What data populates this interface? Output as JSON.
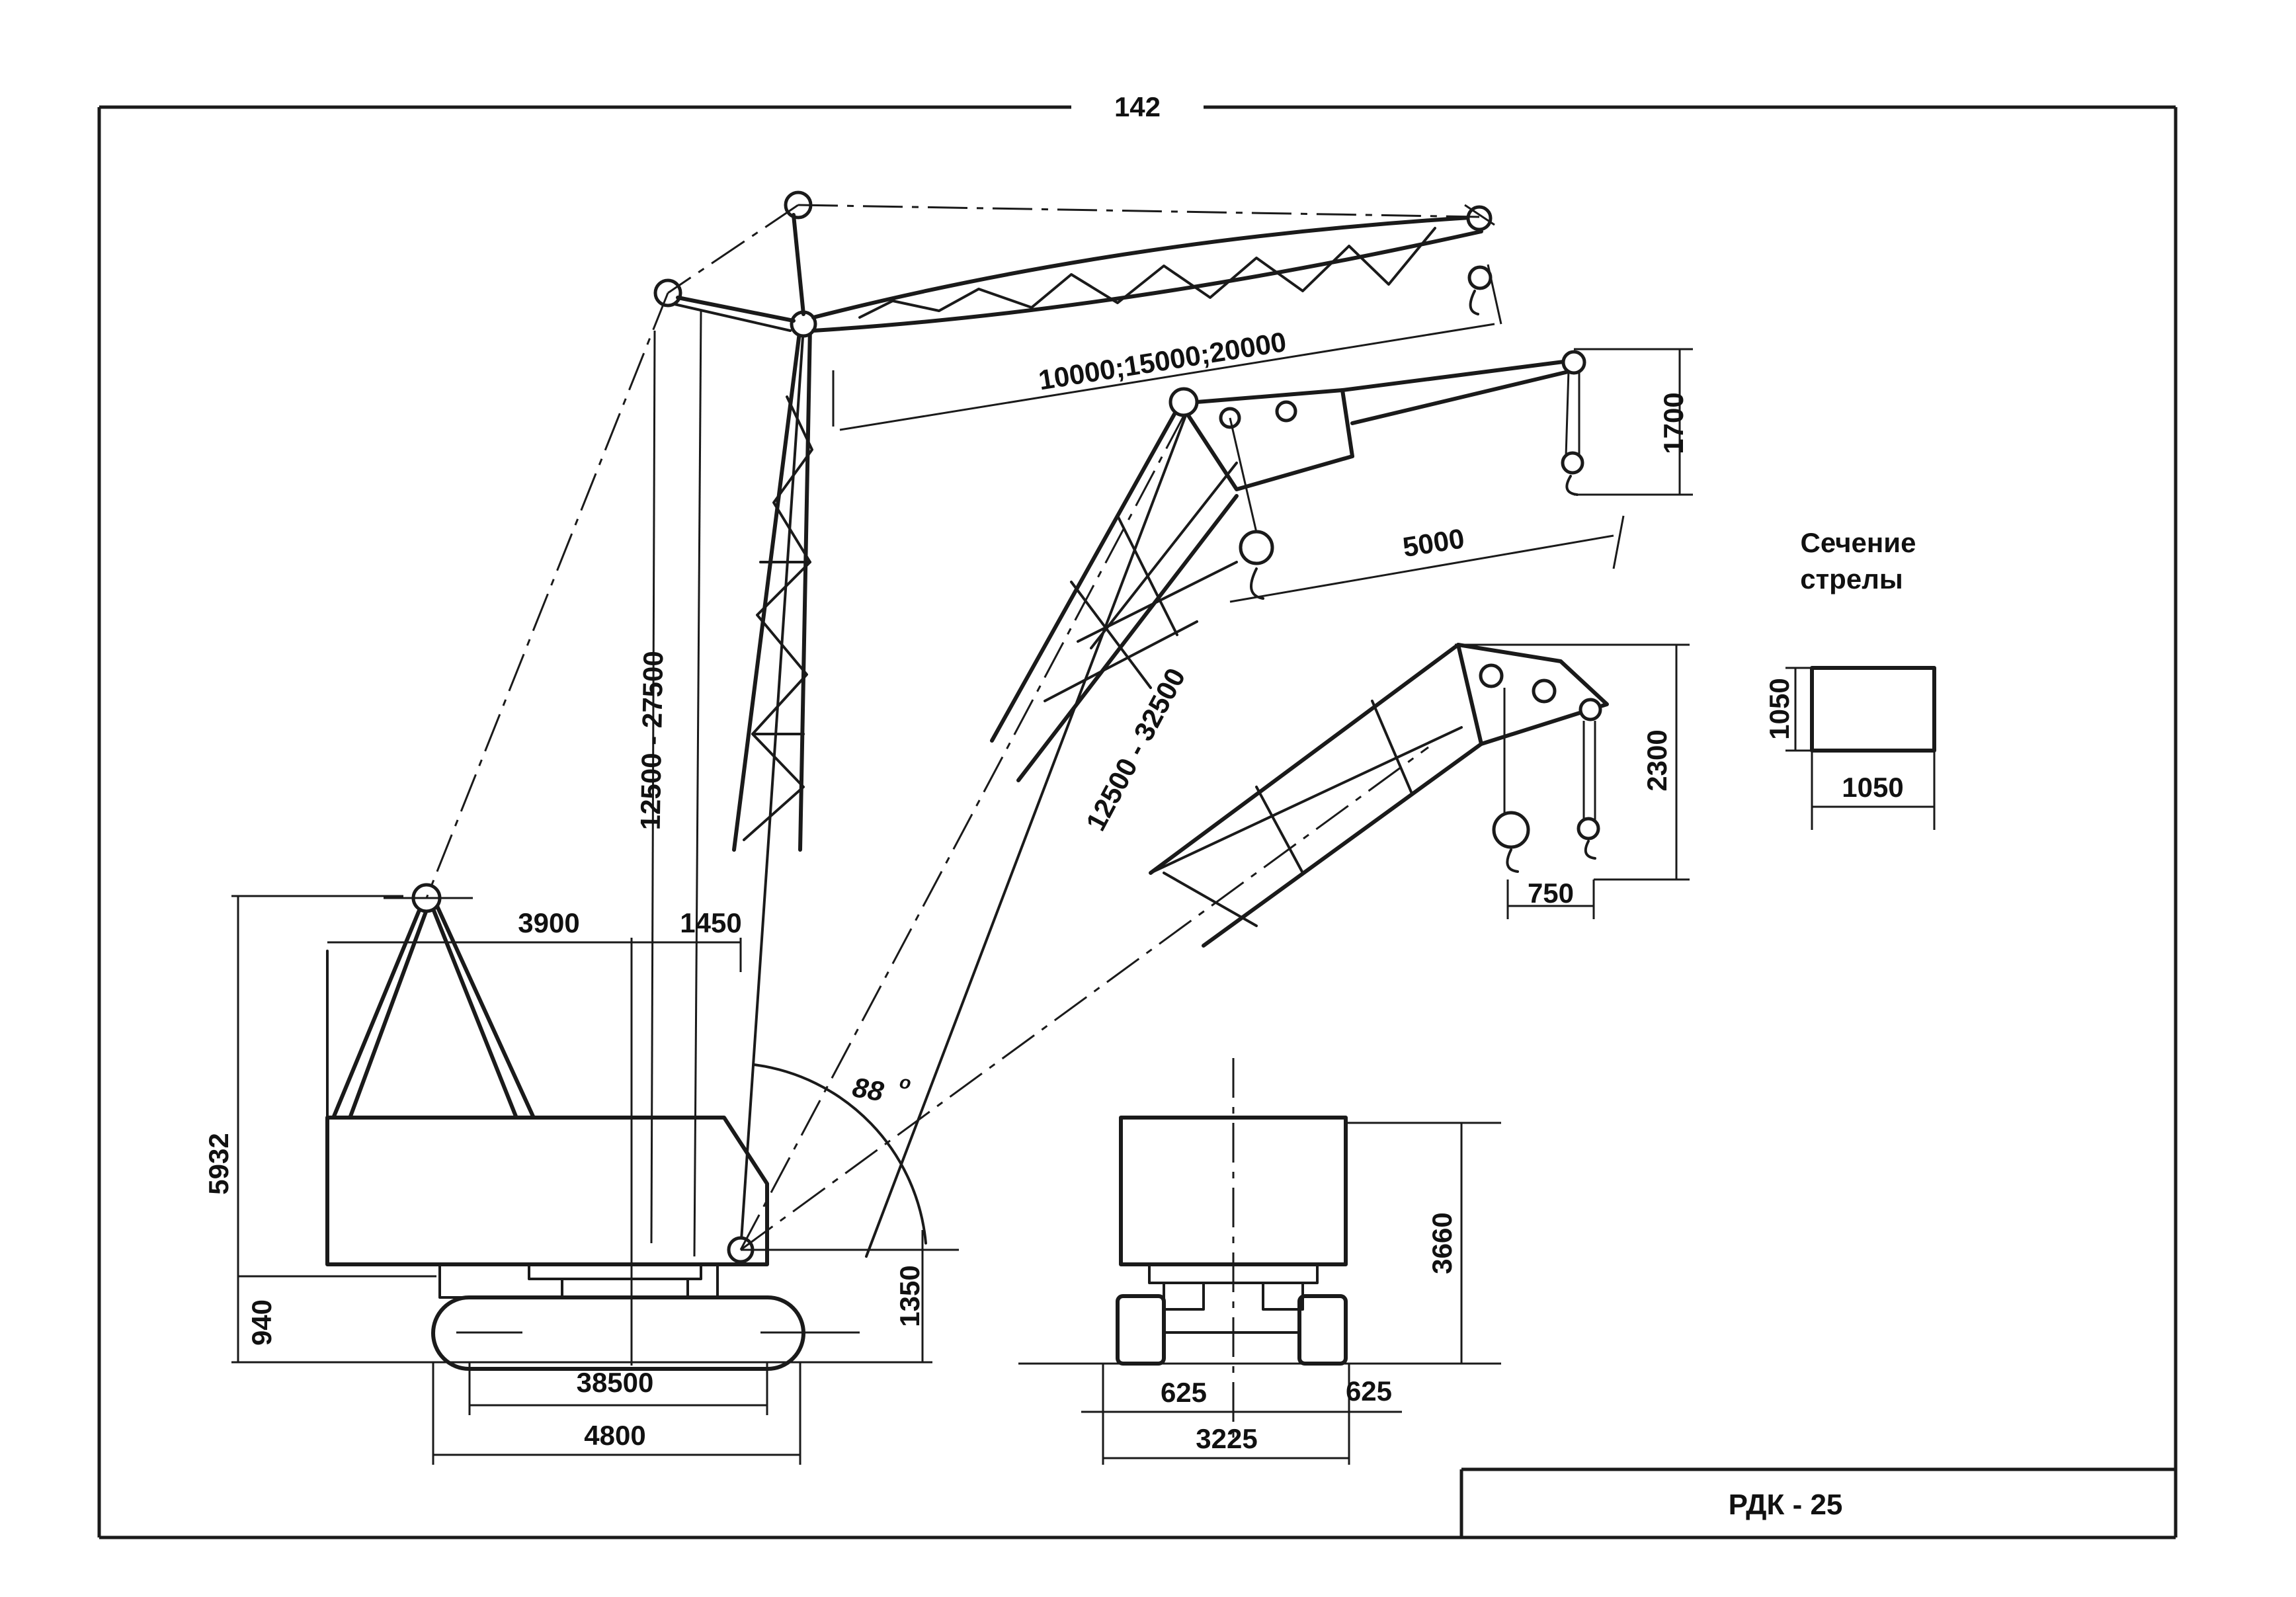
{
  "page_number": "142",
  "model_code": "РДК - 25",
  "section": {
    "title_line1": "Сечение",
    "title_line2": "стрелы",
    "height": "1050",
    "width": "1050"
  },
  "dimensions": {
    "jib_length": "10000;15000;20000",
    "boom_length_main": "12500 - 27500",
    "boom_length_alt": "12500 - 32500",
    "hook_height_top": "1700",
    "hook_reach": "5000",
    "head_height": "2300",
    "hook_spacing": "750",
    "frame_offset": "3900",
    "boom_offset": "1450",
    "total_height": "5932",
    "angle": "88",
    "angle_unit": "o",
    "pivot_height": "1350",
    "clearance": "940",
    "track_base": "38500",
    "track_length": "4800",
    "front_height": "3660",
    "track_width_left": "625",
    "track_width_right": "625",
    "gauge": "3225"
  }
}
